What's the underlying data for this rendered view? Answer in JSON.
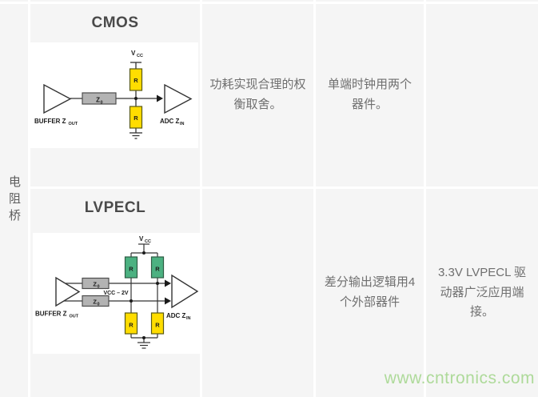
{
  "colors": {
    "cell_bg": "#f5f5f5",
    "title_text": "#4a4a4a",
    "body_text": "#6f6f6f",
    "row_label_text": "#5c5c5c",
    "watermark_green": "#aeda9a",
    "resistor_yellow": "#ffdd00",
    "resistor_green": "#4cb181",
    "z0_gray": "#b3b3b3",
    "wire": "#333333"
  },
  "table": {
    "row_group_label": "电阻桥",
    "rows": [
      {
        "scheme": "CMOS",
        "notes": [
          "功耗实现合理的权衡取舍。",
          "单端时钟用两个器件。",
          ""
        ]
      },
      {
        "scheme": "LVPECL",
        "notes": [
          "",
          "差分输出逻辑用4个外部器件",
          "3.3V LVPECL 驱动器广泛应用端接。"
        ]
      }
    ]
  },
  "schematic_labels": {
    "vcc_main": "V",
    "vcc_sub": "CC",
    "r": "R",
    "z0_main": "Z",
    "z0_sub": "0",
    "buffer_main": "BUFFER Z",
    "buffer_sub": "OUT",
    "adc_main": "ADC Z",
    "adc_sub": "IN",
    "mid_rail_label": "VCC – 2V"
  },
  "watermark": {
    "text": "www.cntronics.com"
  }
}
